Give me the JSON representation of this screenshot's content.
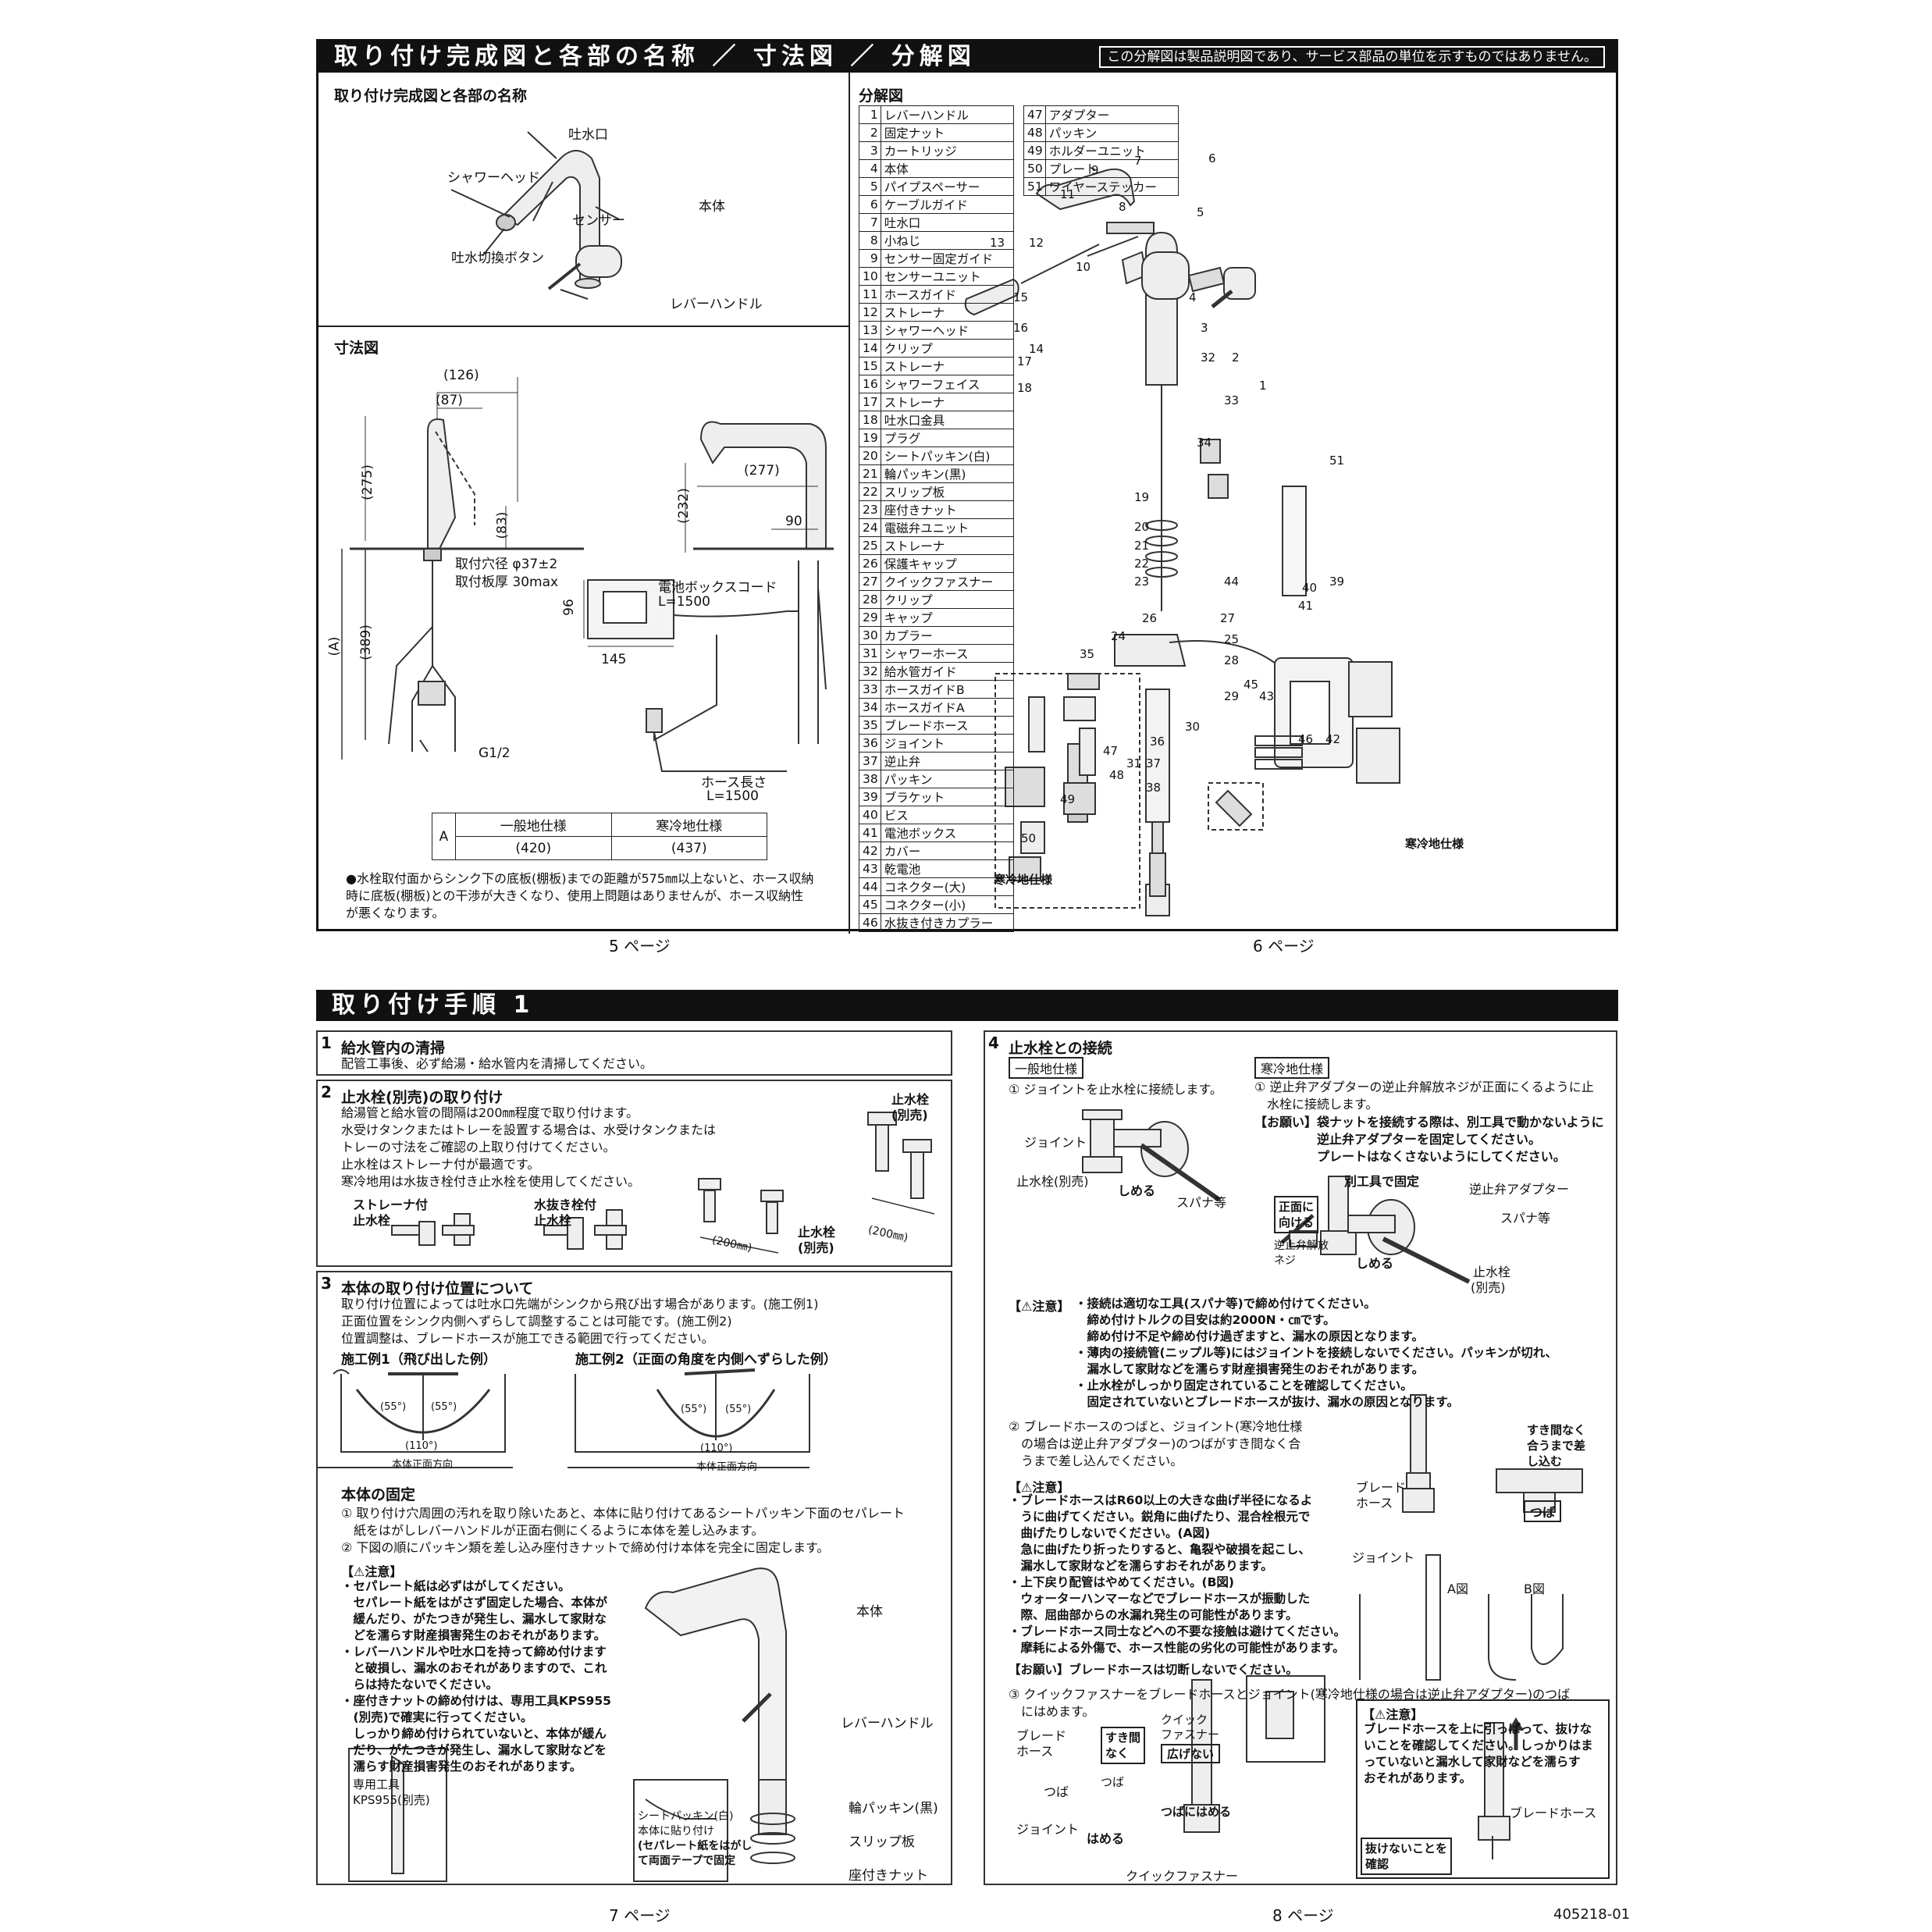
{
  "top_section": {
    "title": "取り付け完成図と各部の名称 ／ 寸法図 ／ 分解図",
    "disclaimer": "この分解図は製品説明図であり、サービス部品の単位を示すものではありません。",
    "assembled": {
      "heading": "取り付け完成図と各部の名称",
      "labels": [
        "吐水口",
        "シャワーヘッド",
        "本体",
        "センサー",
        "吐水切換ボタン",
        "レバーハンドル"
      ]
    },
    "dimension": {
      "heading": "寸法図",
      "dims": [
        "(126)",
        "(87)",
        "(275)",
        "(83)",
        "(389)",
        "(A)",
        "(232)",
        "(277)",
        "90",
        "96",
        "145",
        "G1/2"
      ],
      "texts": [
        "取付穴径 φ37±2",
        "取付板厚 30max",
        "電池ボックスコード",
        "L=1500",
        "ホース長さ",
        "L=1500"
      ],
      "table": {
        "row_label": "A",
        "headers": [
          "一般地仕様",
          "寒冷地仕様"
        ],
        "values": [
          "(420)",
          "(437)"
        ]
      },
      "note": [
        "●水栓取付面からシンク下の底板(棚板)までの距離が575㎜以上ないと、ホース収納",
        "時に底板(棚板)との干渉が大きくなり、使用上問題はありませんが、ホース収納性",
        "が悪くなります。"
      ]
    },
    "exploded": {
      "heading": "分解図",
      "parts": [
        [
          "1",
          "レバーハンドル"
        ],
        [
          "2",
          "固定ナット"
        ],
        [
          "3",
          "カートリッジ"
        ],
        [
          "4",
          "本体"
        ],
        [
          "5",
          "パイプスペーサー"
        ],
        [
          "6",
          "ケーブルガイド"
        ],
        [
          "7",
          "吐水口"
        ],
        [
          "8",
          "小ねじ"
        ],
        [
          "9",
          "センサー固定ガイド"
        ],
        [
          "10",
          "センサーユニット"
        ],
        [
          "11",
          "ホースガイド"
        ],
        [
          "12",
          "ストレーナ"
        ],
        [
          "13",
          "シャワーヘッド"
        ],
        [
          "14",
          "クリップ"
        ],
        [
          "15",
          "ストレーナ"
        ],
        [
          "16",
          "シャワーフェイス"
        ],
        [
          "17",
          "ストレーナ"
        ],
        [
          "18",
          "吐水口金具"
        ],
        [
          "19",
          "プラグ"
        ],
        [
          "20",
          "シートパッキン(白)"
        ],
        [
          "21",
          "輪パッキン(黒)"
        ],
        [
          "22",
          "スリップ板"
        ],
        [
          "23",
          "座付きナット"
        ],
        [
          "24",
          "電磁弁ユニット"
        ],
        [
          "25",
          "ストレーナ"
        ],
        [
          "26",
          "保護キャップ"
        ],
        [
          "27",
          "クイックファスナー"
        ],
        [
          "28",
          "クリップ"
        ],
        [
          "29",
          "キャップ"
        ],
        [
          "30",
          "カプラー"
        ],
        [
          "31",
          "シャワーホース"
        ],
        [
          "32",
          "給水管ガイド"
        ],
        [
          "33",
          "ホースガイドB"
        ],
        [
          "34",
          "ホースガイドA"
        ],
        [
          "35",
          "ブレードホース"
        ],
        [
          "36",
          "ジョイント"
        ],
        [
          "37",
          "逆止弁"
        ],
        [
          "38",
          "パッキン"
        ],
        [
          "39",
          "ブラケット"
        ],
        [
          "40",
          "ビス"
        ],
        [
          "41",
          "電池ボックス"
        ],
        [
          "42",
          "カバー"
        ],
        [
          "43",
          "乾電池"
        ],
        [
          "44",
          "コネクター(大)"
        ],
        [
          "45",
          "コネクター(小)"
        ],
        [
          "46",
          "水抜き付きカプラー"
        ]
      ],
      "parts2": [
        [
          "47",
          "アダプター"
        ],
        [
          "48",
          "パッキン"
        ],
        [
          "49",
          "ホルダーユニット"
        ],
        [
          "50",
          "プレート"
        ],
        [
          "51",
          "ワイヤーステッカー"
        ]
      ],
      "cold_left": "寒冷地仕様",
      "cold_right": "寒冷地仕様"
    },
    "page_left": "5 ページ",
    "page_right": "6 ページ"
  },
  "bottom_section": {
    "title": "取り付け手順 1",
    "step1": {
      "num": "1",
      "title": "給水管内の清掃",
      "lines": [
        "配管工事後、必ず給湯・給水管内を清掃してください。"
      ]
    },
    "step2": {
      "num": "2",
      "title": "止水栓(別売)の取り付け",
      "lines": [
        "給湯管と給水管の間隔は200㎜程度で取り付けます。",
        "水受けタンクまたはトレーを設置する場合は、水受けタンクまたは",
        "トレーの寸法をご確認の上取り付けてください。",
        "止水栓はストレーナ付が最適です。",
        "寒冷地用は水抜き栓付き止水栓を使用してください。"
      ],
      "labels": [
        "ストレーナ付",
        "止水栓",
        "水抜き栓付",
        "止水栓",
        "(200㎜)",
        "止水栓",
        "(別売)",
        "止水栓",
        "(別売)",
        "(200㎜)"
      ]
    },
    "step3": {
      "num": "3",
      "title": "本体の取り付け位置について",
      "lines": [
        "取り付け位置によっては吐水口先端がシンクから飛び出す場合があります。(施工例1)",
        "正面位置をシンク内側へずらして調整することは可能です。(施工例2)",
        "位置調整は、ブレードホースが施工できる範囲で行ってください。"
      ],
      "ex1": "施工例1（飛び出した例）",
      "ex2": "施工例2（正面の角度を内側へずらした例）",
      "angles": [
        "(55°)",
        "(55°)",
        "(110°)"
      ],
      "front": "本体正面方向",
      "fix_title": "本体の固定",
      "fix_lines": [
        "① 取り付け穴周囲の汚れを取り除いたあと、本体に貼り付けてあるシートパッキン下面のセパレート",
        "　紙をはがしレバーハンドルが正面右側にくるように本体を差し込みます。",
        "② 下図の順にパッキン類を差し込み座付きナットで締め付け本体を完全に固定します。"
      ],
      "caution_head": "【⚠注意】",
      "caution": [
        "・セパレート紙は必ずはがしてください。",
        "　セパレート紙をはがさず固定した場合、本体が",
        "　緩んだり、がたつきが発生し、漏水して家財な",
        "　どを濡らす財産損害発生のおそれがあります。",
        "・レバーハンドルや吐水口を持って締め付けます",
        "　と破損し、漏水のおそれがありますので、これ",
        "　らは持たないでください。",
        "・座付きナットの締め付けは、専用工具KPS955",
        "　(別売)で確実に行ってください。",
        "　しっかり締め付けられていないと、本体が緩ん",
        "　だり、がたつきが発生し、漏水して家財などを",
        "　濡らす財産損害発生のおそれがあります。"
      ],
      "tool": [
        "専用工具",
        "KPS955(別売)"
      ],
      "labels": [
        "本体",
        "レバーハンドル",
        "シートパッキン(白)",
        "本体に貼り付け",
        "(セパレート紙をはがし",
        "て両面テープで固定",
        "輪パッキン(黒)",
        "スリップ板",
        "座付きナット"
      ]
    },
    "step4": {
      "num": "4",
      "title": "止水栓との接続",
      "general": "一般地仕様",
      "cold": "寒冷地仕様",
      "g1": "① ジョイントを止水栓に接続します。",
      "c1": [
        "① 逆止弁アダプターの逆止弁解放ネジが正面にくるように止",
        "　水栓に接続します。"
      ],
      "req1": [
        "【お願い】袋ナットを接続する際は、別工具で動かないように",
        "　　　　　逆止弁アダプターを固定してください。",
        "　　　　　プレートはなくさないようにしてください。"
      ],
      "labels_a": [
        "ジョイント",
        "止水栓(別売)",
        "しめる",
        "スパナ等",
        "別工具で固定",
        "逆止弁アダプター",
        "正面に",
        "向ける",
        "逆止弁解放",
        "ネジ",
        "スパナ等",
        "しめる",
        "止水栓",
        "(別売)"
      ],
      "caution1_head": "【⚠注意】",
      "caution1": [
        "・接続は適切な工具(スパナ等)で締め付けてください。",
        "　締め付けトルクの目安は約2000N・㎝です。",
        "　締め付け不足や締め付け過ぎますと、漏水の原因となります。",
        "・薄肉の接続管(ニップル等)にはジョイントを接続しないでください。パッキンが切れ、",
        "　漏水して家財などを濡らす財産損害発生のおそれがあります。",
        "・止水栓がしっかり固定されていることを確認してください。",
        "　固定されていないとブレードホースが抜け、漏水の原因となります。"
      ],
      "s2": [
        "② ブレードホースのつばと、ジョイント(寒冷地仕様",
        "　の場合は逆止弁アダプター)のつばがすき間なく合",
        "　うまで差し込んでください。"
      ],
      "caution2_head": "【⚠注意】",
      "caution2": [
        "・ブレードホースはR60以上の大きな曲げ半径になるよ",
        "　うに曲げてください。鋭角に曲げたり、混合栓根元で",
        "　曲げたりしないでください。(A図)",
        "　急に曲げたり折ったりすると、亀裂や破損を起こし、",
        "　漏水して家財などを濡らすおそれがあります。",
        "・上下戻り配管はやめてください。(B図)",
        "　ウォーターハンマーなどでブレードホースが振動した",
        "　際、屈曲部からの水漏れ発生の可能性があります。",
        "・ブレードホース同士などへの不要な接触は避けてください。",
        "　摩耗による外傷で、ホース性能の劣化の可能性があります。"
      ],
      "req2": "【お願い】ブレードホースは切断しないでください。",
      "labels_b": [
        "ブレード",
        "ホース",
        "ジョイント",
        "すき間なく",
        "合うまで差",
        "し込む",
        "つば",
        "A図",
        "B図"
      ],
      "s3": [
        "③ クイックファスナーをブレードホースとジョイント(寒冷地仕様の場合は逆止弁アダプター)のつば",
        "　にはめます。"
      ],
      "labels_c": [
        "ブレード",
        "ホース",
        "つば",
        "ジョイント",
        "はめる",
        "クイックファスナー",
        "すき間",
        "なく",
        "クイック",
        "ファスナー",
        "広げない",
        "つば",
        "つばにはめる"
      ],
      "caution3_head": "【⚠注意】",
      "caution3": [
        "ブレードホースを上に引っぱって、抜けな",
        "いことを確認してください。しっかりはま",
        "っていないと漏水して家財などを濡らす",
        "おそれがあります。"
      ],
      "labels_d": [
        "ブレードホース",
        "抜けないことを",
        "確認"
      ]
    },
    "page_left": "7 ページ",
    "page_right": "8 ページ",
    "doc_id": "405218-01"
  }
}
